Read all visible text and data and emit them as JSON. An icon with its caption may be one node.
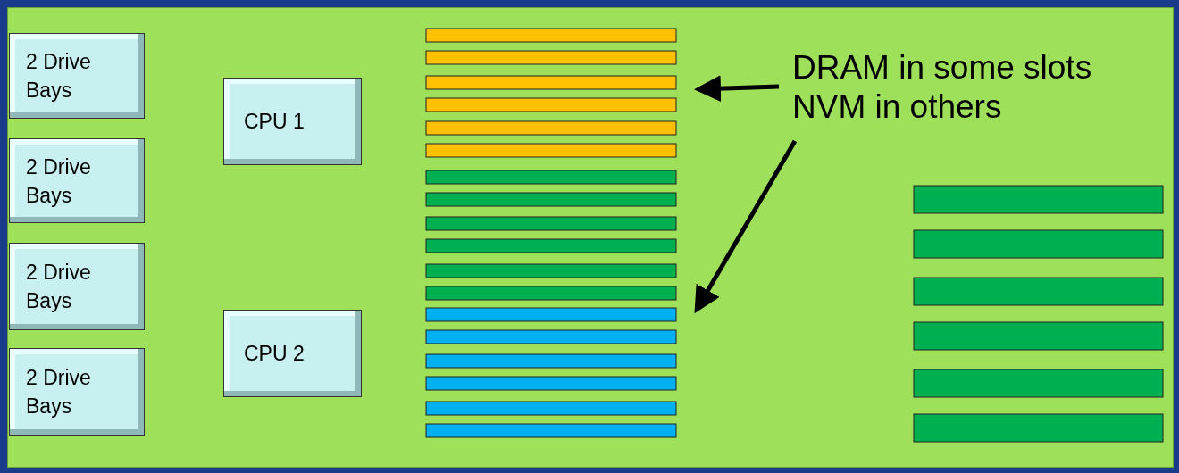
{
  "diagram": {
    "nodes": [
      {
        "text": [
          "2 Drive Bays"
        ]
      },
      {
        "text": [
          "2 Drive Bays"
        ]
      },
      {
        "text": [
          "2 Drive Bays"
        ]
      },
      {
        "text": [
          "2 Drive Bays"
        ]
      },
      {
        "text": [
          "CPU 1"
        ]
      },
      {
        "text": [
          "CPU 2"
        ]
      },
      {
        "text": [
          "DRAM in some slots NVM in others"
        ]
      }
    ],
    "edges": [
      {
        "from": 6,
        "to": null,
        "arrow": "to"
      },
      {
        "from": 6,
        "to": null,
        "arrow": "to"
      }
    ]
  }
}
